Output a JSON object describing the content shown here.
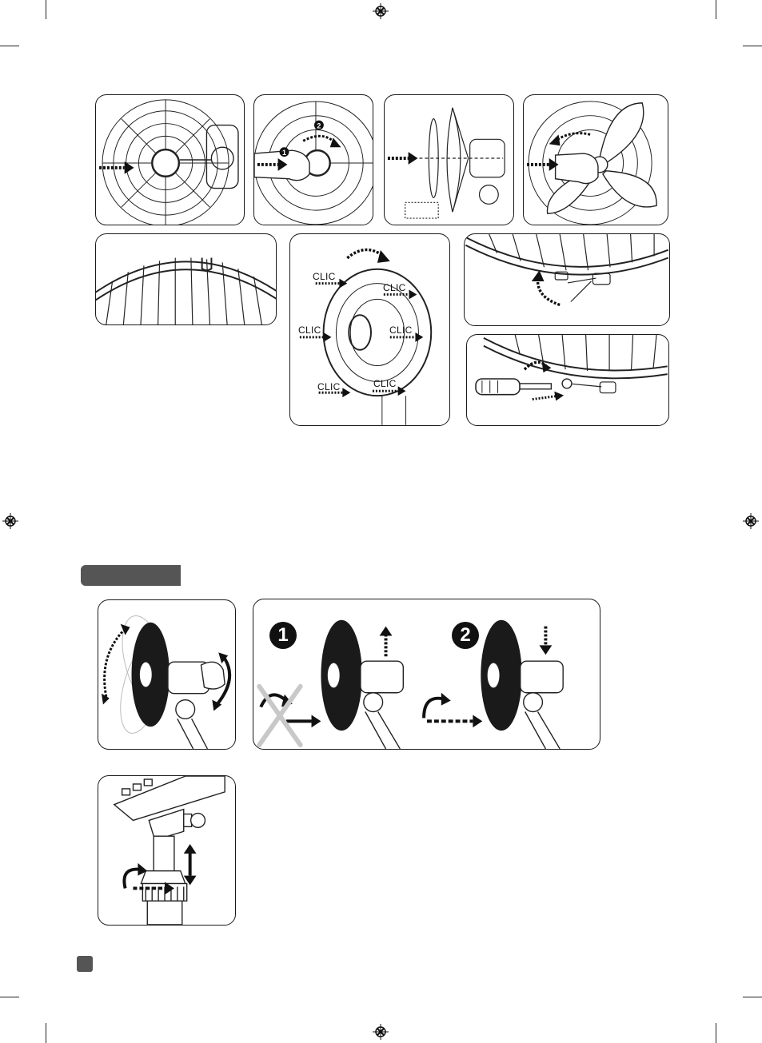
{
  "assembly": {
    "clic_labels": [
      "CLIC",
      "CLIC",
      "CLIC",
      "CLIC",
      "CLIC",
      "CLIC"
    ],
    "step_numbers": [
      "1",
      "2"
    ]
  },
  "adjustment": {
    "step_numbers": [
      "1",
      "2"
    ]
  },
  "icons": [
    "arrow-icon",
    "rotate-arrow-icon",
    "cross-out-icon",
    "screwdriver-icon",
    "registration-mark-icon"
  ]
}
